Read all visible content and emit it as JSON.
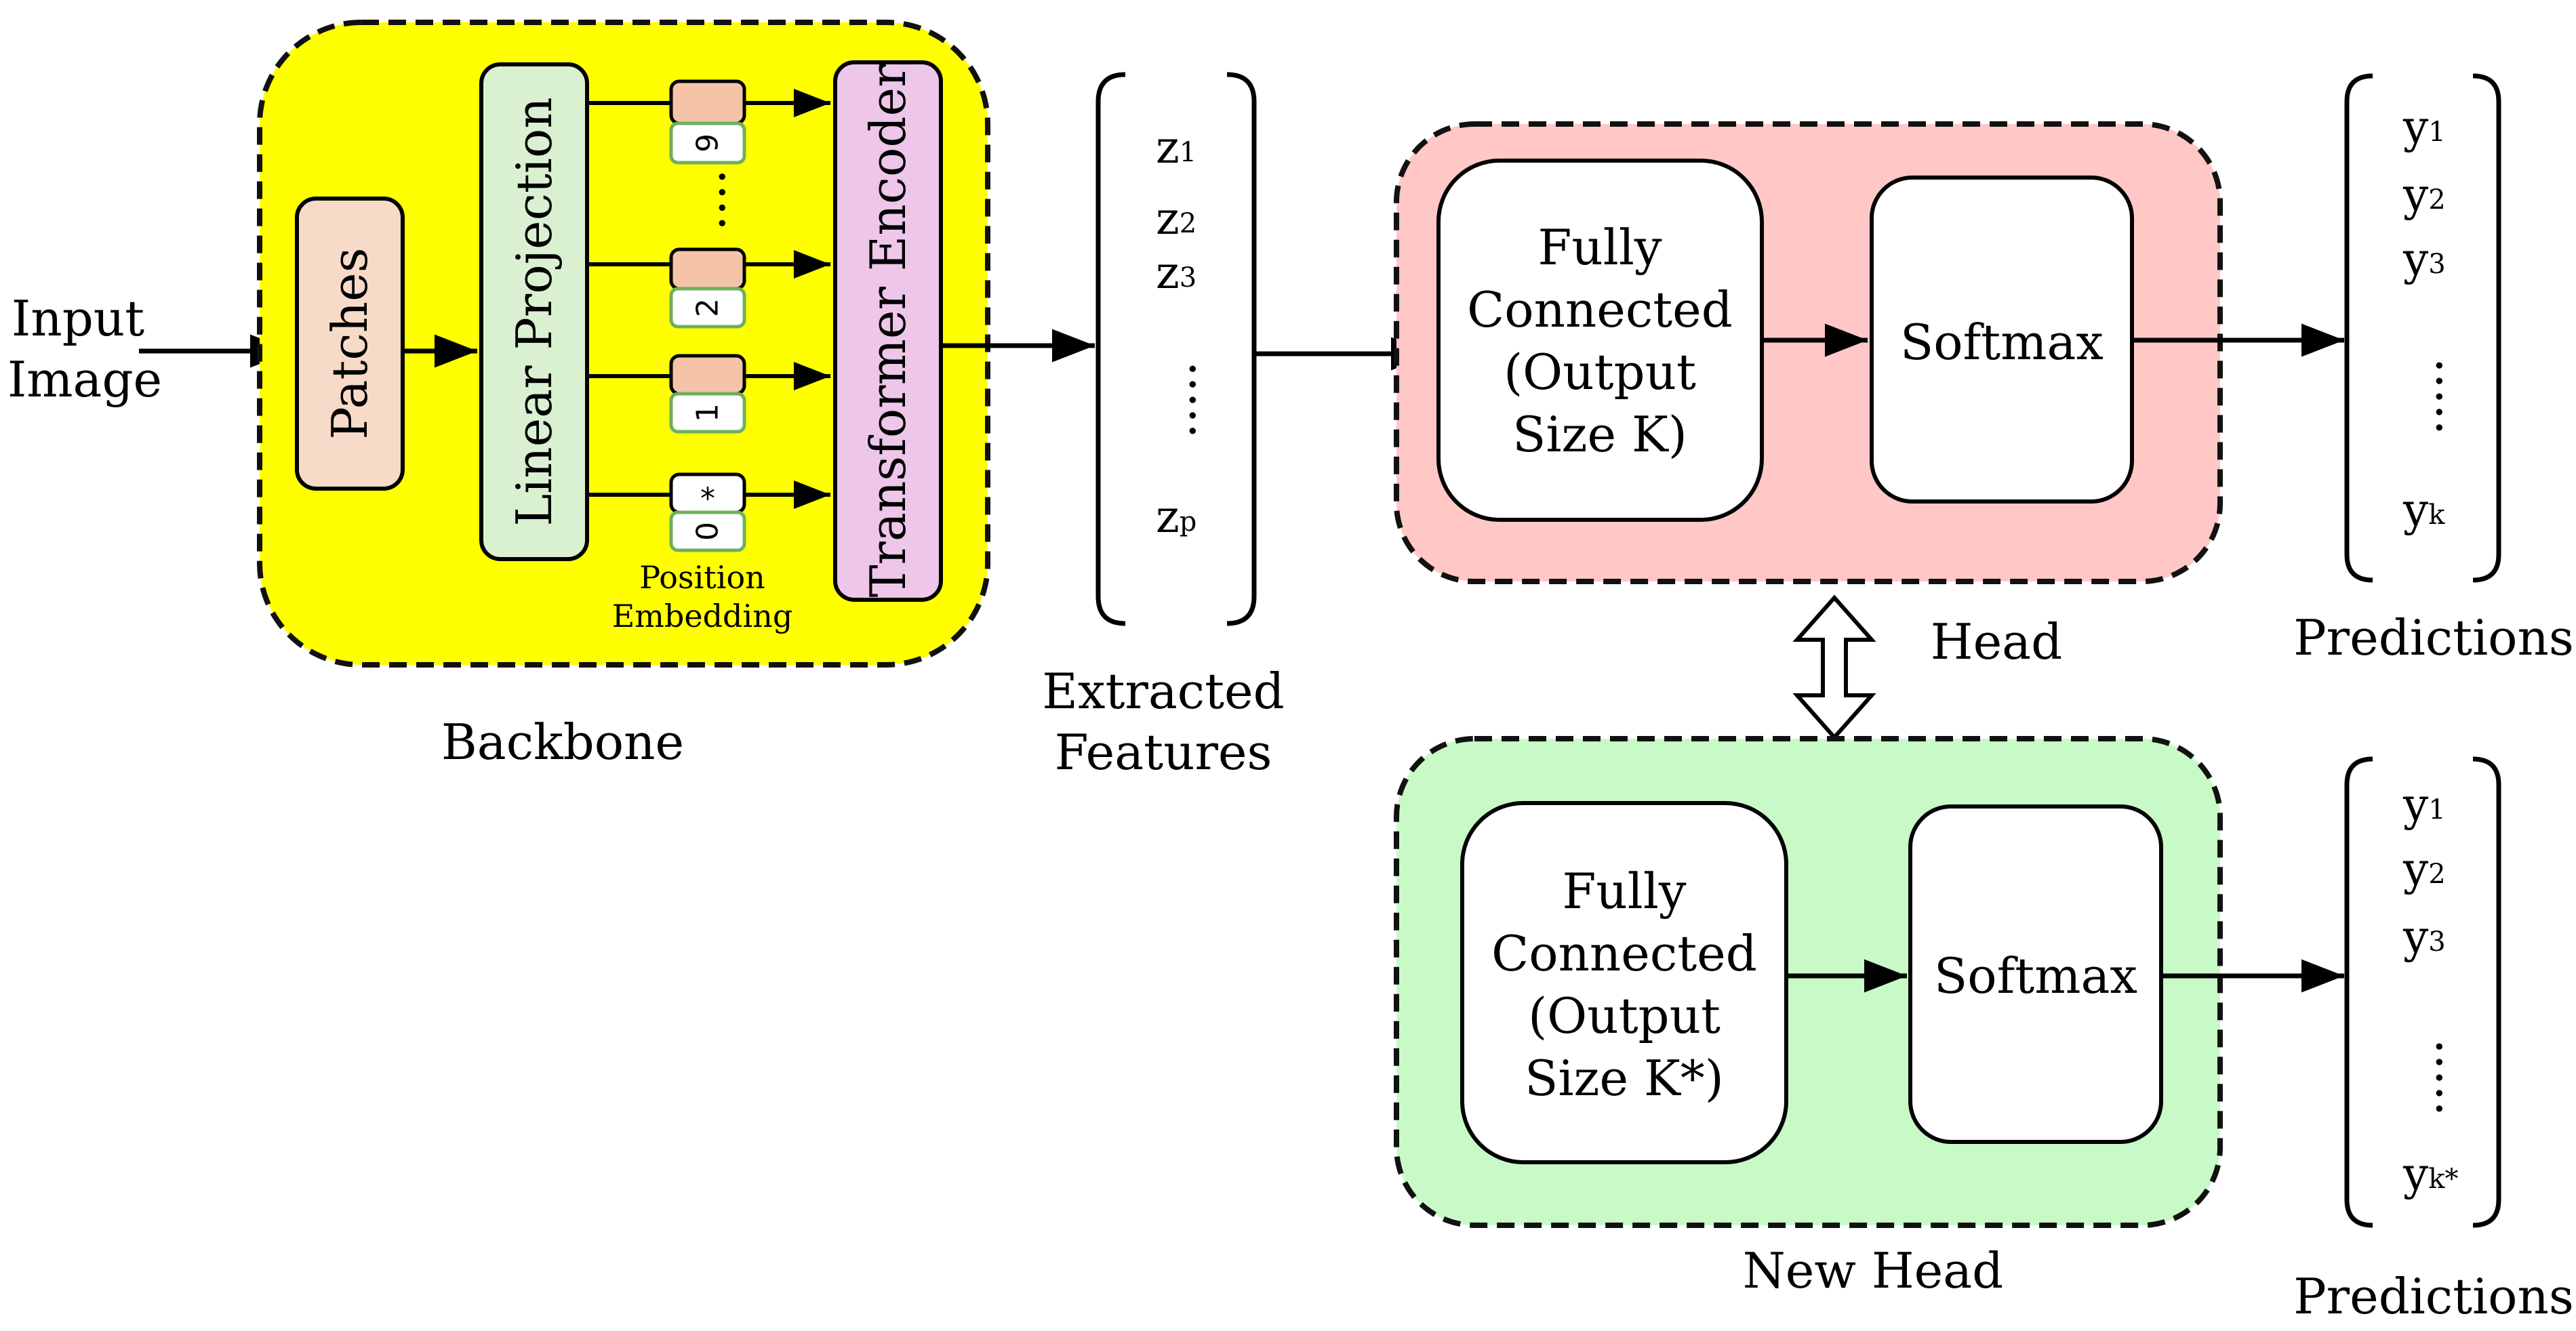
{
  "input": {
    "line1": "Input",
    "line2": "Image"
  },
  "backbone": {
    "label": "Backbone",
    "patches": "Patches",
    "linear_projection": "Linear Projection",
    "transformer_encoder": "Transformer Encoder",
    "position_embedding": {
      "line1": "Position",
      "line2": "Embedding"
    },
    "tokens": [
      "9",
      "2",
      "1",
      "0"
    ],
    "class_token": "*",
    "ellipsis": "....",
    "colors": {
      "container": "#ffff00",
      "patches": "#f8dac8",
      "linear_projection": "#daf1d1",
      "transformer_encoder": "#eec6ea",
      "token_top": "#f4c3a8",
      "token_id_border": "#6cb05c"
    }
  },
  "features": {
    "label_line1": "Extracted",
    "label_line2": "Features",
    "items": [
      {
        "base": "z",
        "sub": "1"
      },
      {
        "base": "z",
        "sub": "2"
      },
      {
        "base": "z",
        "sub": "3"
      },
      {
        "base": "z",
        "sub": "p"
      }
    ],
    "ellipsis": "....."
  },
  "head": {
    "label": "Head",
    "fc_lines": [
      "Fully",
      "Connected",
      "(Output",
      "Size K)"
    ],
    "softmax": "Softmax",
    "color": "#ffc8c6"
  },
  "new_head": {
    "label": "New Head",
    "fc_lines": [
      "Fully",
      "Connected",
      "(Output",
      "Size K*)"
    ],
    "softmax": "Softmax",
    "color": "#c8fac8"
  },
  "predictions_head": {
    "label": "Predictions",
    "items": [
      {
        "base": "y",
        "sub": "1"
      },
      {
        "base": "y",
        "sub": "2"
      },
      {
        "base": "y",
        "sub": "3"
      },
      {
        "base": "y",
        "sub": "k"
      }
    ],
    "ellipsis": "....."
  },
  "predictions_new_head": {
    "label": "Predictions",
    "items": [
      {
        "base": "y",
        "sub": "1"
      },
      {
        "base": "y",
        "sub": "2"
      },
      {
        "base": "y",
        "sub": "3"
      },
      {
        "base": "y",
        "sub": "k*"
      }
    ],
    "ellipsis": "....."
  }
}
